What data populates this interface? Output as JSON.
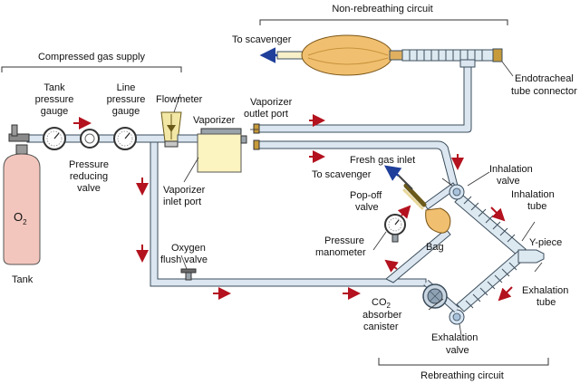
{
  "labels": {
    "non_rebreathing_circuit": "Non-rebreathing circuit",
    "compressed_gas_supply": "Compressed gas supply",
    "rebreathing_circuit": "Rebreathing circuit",
    "to_scavenger_top": "To scavenger",
    "endotracheal_l1": "Endotracheal",
    "endotracheal_l2": "tube connector",
    "tank_pressure_l1": "Tank",
    "tank_pressure_l2": "pressure",
    "tank_pressure_l3": "gauge",
    "line_pressure_l1": "Line",
    "line_pressure_l2": "pressure",
    "line_pressure_l3": "gauge",
    "flowmeter": "Flowmeter",
    "vaporizer": "Vaporizer",
    "vaporizer_outlet_l1": "Vaporizer",
    "vaporizer_outlet_l2": "outlet port",
    "pressure_reducing_l1": "Pressure",
    "pressure_reducing_l2": "reducing",
    "pressure_reducing_l3": "valve",
    "vaporizer_inlet_l1": "Vaporizer",
    "vaporizer_inlet_l2": "inlet port",
    "fresh_gas_inlet": "Fresh gas inlet",
    "to_scavenger_mid": "To scavenger",
    "inhalation_valve_l1": "Inhalation",
    "inhalation_valve_l2": "valve",
    "inhalation_tube_l1": "Inhalation",
    "inhalation_tube_l2": "tube",
    "pop_off_l1": "Pop-off",
    "pop_off_l2": "valve",
    "pressure_manometer_l1": "Pressure",
    "pressure_manometer_l2": "manometer",
    "bag": "Bag",
    "y_piece": "Y-piece",
    "oxygen_flush_l1": "Oxygen",
    "oxygen_flush_l2": "flush valve",
    "co2_main": "CO",
    "co2_sub": "2",
    "absorber_l1": "absorber",
    "absorber_l2": "canister",
    "exhalation_tube_l1": "Exhalation",
    "exhalation_tube_l2": "tube",
    "exhalation_valve_l1": "Exhalation",
    "exhalation_valve_l2": "valve",
    "o2_main": "O",
    "o2_sub": "2",
    "tank": "Tank"
  },
  "colors": {
    "pipe_fill": "#dbe6f0",
    "pipe_stroke": "#3b4d5c",
    "flow_arrow": "#b3121e",
    "vent_arrow": "#1f3f9a",
    "bag_fill": "#f0c070",
    "tank_fill": "#f3c6bd",
    "vaporizer_fill": "#fbf3c0",
    "flowmeter_fill": "#f3e7a6",
    "tube_fill": "#dde9f1"
  }
}
